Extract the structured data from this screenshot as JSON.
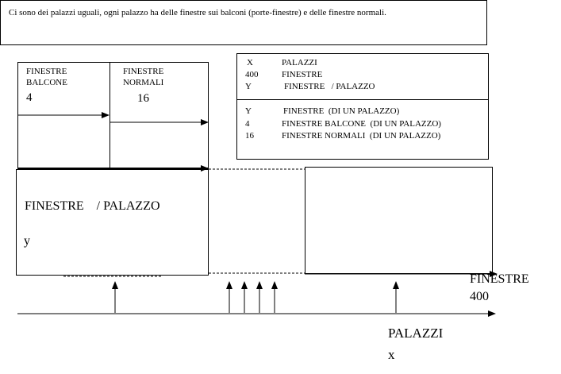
{
  "statement": "Ci sono dei palazzi uguali, ogni palazzo ha delle finestre sui balconi (porte-finestre) e delle finestre normali.",
  "small_boxes": {
    "balcone": {
      "line1": "FINESTRE",
      "line2": "BALCONE",
      "value": "4"
    },
    "normali": {
      "line1": "FINESTRE",
      "line2": "NORMALI",
      "value": "16"
    }
  },
  "legend": {
    "top": [
      {
        "key": "X",
        "desc": "PALAZZI"
      },
      {
        "key": "400",
        "desc": "FINESTRE"
      },
      {
        "key": "Y",
        "desc": "FINESTRE   / PALAZZO"
      }
    ],
    "bottom": [
      {
        "key": "Y",
        "desc": "FINESTRE  (DI UN PALAZZO)"
      },
      {
        "key": "4",
        "desc": "FINESTRE BALCONE  (DI UN PALAZZO)"
      },
      {
        "key": "16",
        "desc": "FINESTRE NORMALI  (DI UN PALAZZO)"
      }
    ]
  },
  "main_box": {
    "label": "FINESTRE    / PALAZZO",
    "var": "y"
  },
  "axis": {
    "total_label": "FINESTRE",
    "total_value": "400",
    "buildings_label": "PALAZZI",
    "buildings_var": "x"
  }
}
